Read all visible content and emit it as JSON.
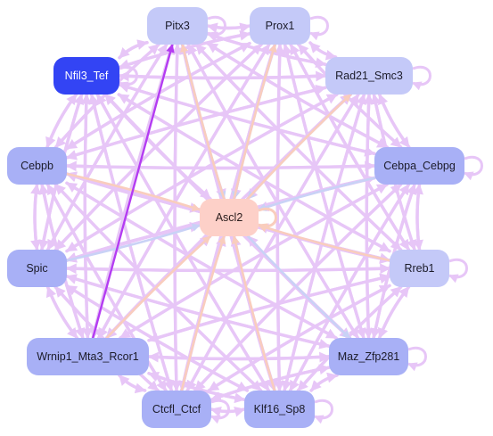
{
  "palette": {
    "edge_regular": "#e7c6f7",
    "edge_pale_blue": "#c9d2f6",
    "edge_peach": "#f9cdbd",
    "edge_highlight": "#b43cf2",
    "node_dark": "#3344f4",
    "node_mid": "#a8b0f6",
    "node_light": "#c4c9f8",
    "node_center": "#fdd0c8"
  },
  "nodes": [
    {
      "id": "pitx3",
      "label": "Pitx3",
      "style": "light"
    },
    {
      "id": "prox1",
      "label": "Prox1",
      "style": "light"
    },
    {
      "id": "nfil3_tef",
      "label": "Nfil3_Tef",
      "style": "dark"
    },
    {
      "id": "rad21_smc3",
      "label": "Rad21_Smc3",
      "style": "light"
    },
    {
      "id": "cebpb",
      "label": "Cebpb",
      "style": "mid"
    },
    {
      "id": "cebpa_cebpg",
      "label": "Cebpa_Cebpg",
      "style": "mid"
    },
    {
      "id": "ascl2",
      "label": "Ascl2",
      "style": "center"
    },
    {
      "id": "spic",
      "label": "Spic",
      "style": "mid"
    },
    {
      "id": "rreb1",
      "label": "Rreb1",
      "style": "light"
    },
    {
      "id": "wrnip1_mta3_rcor1",
      "label": "Wrnip1_Mta3_Rcor1",
      "style": "mid"
    },
    {
      "id": "maz_zfp281",
      "label": "Maz_Zfp281",
      "style": "mid"
    },
    {
      "id": "ctcfl_ctcf",
      "label": "Ctcfl_Ctcf",
      "style": "mid"
    },
    {
      "id": "klf16_sp8",
      "label": "Klf16_Sp8",
      "style": "mid"
    }
  ],
  "self_loops": [
    "pitx3",
    "prox1",
    "nfil3_tef",
    "rad21_smc3",
    "cebpa_cebpg",
    "ascl2",
    "rreb1",
    "maz_zfp281",
    "ctcfl_ctcf",
    "klf16_sp8"
  ],
  "edges_pale_blue": [
    [
      "rad21_smc3",
      "ascl2"
    ],
    [
      "cebpa_cebpg",
      "ascl2"
    ],
    [
      "spic",
      "ascl2"
    ],
    [
      "ascl2",
      "maz_zfp281"
    ],
    [
      "prox1",
      "ascl2"
    ],
    [
      "pitx3",
      "ascl2"
    ]
  ],
  "edges_peach": [
    [
      "rreb1",
      "ascl2"
    ],
    [
      "cebpb",
      "ascl2"
    ],
    [
      "wrnip1_mta3_rcor1",
      "ascl2"
    ],
    [
      "klf16_sp8",
      "ascl2"
    ],
    [
      "ascl2",
      "prox1"
    ],
    [
      "ascl2",
      "pitx3"
    ],
    [
      "ascl2",
      "rad21_smc3"
    ],
    [
      "ctcfl_ctcf",
      "ascl2"
    ]
  ],
  "edges_highlight": [
    [
      "wrnip1_mta3_rcor1",
      "pitx3"
    ]
  ]
}
